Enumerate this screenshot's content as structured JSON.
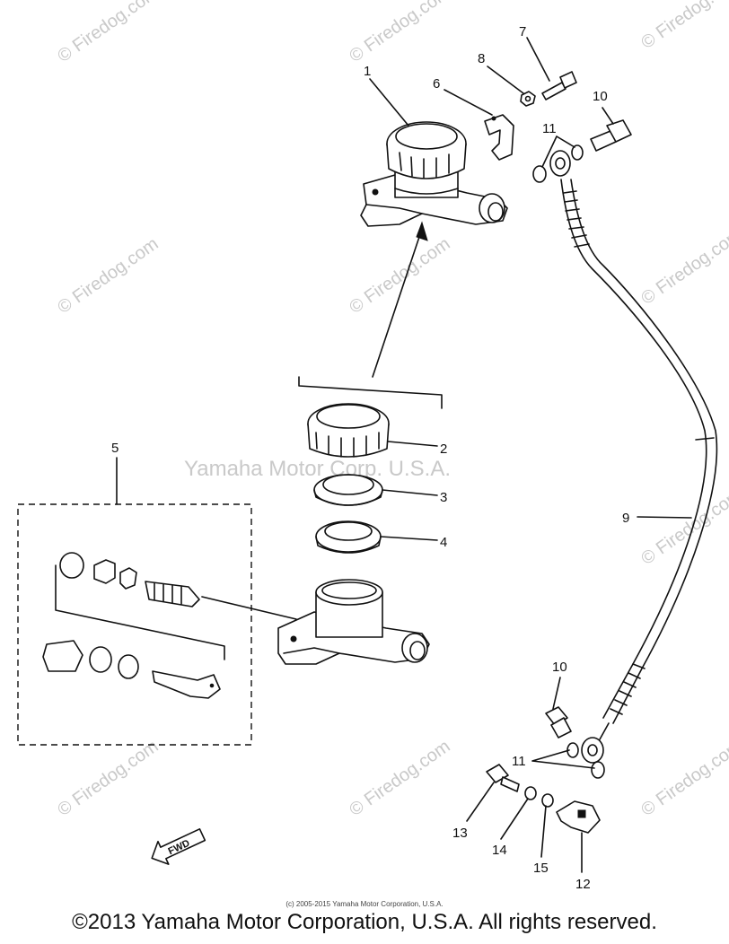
{
  "diagram": {
    "callouts": [
      "1",
      "2",
      "3",
      "4",
      "5",
      "6",
      "7",
      "8",
      "9",
      "10",
      "10",
      "11",
      "11",
      "12",
      "13",
      "14",
      "15"
    ],
    "fwd_label": "FWD"
  },
  "watermarks": {
    "site": "© Firedog.com",
    "center": "Yamaha Motor Corp. U.S.A."
  },
  "footer": {
    "small_credit": "(c) 2005-2015 Yamaha Motor Corporation, U.S.A.",
    "copyright": "©2013 Yamaha Motor Corporation, U.S.A. All rights reserved."
  }
}
